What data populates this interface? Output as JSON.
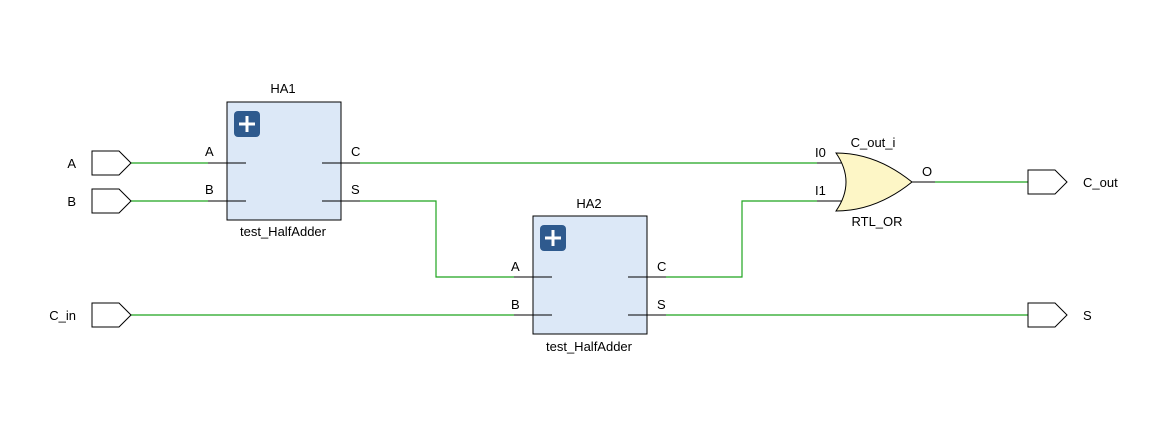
{
  "inputs": {
    "a": "A",
    "b": "B",
    "c_in": "C_in"
  },
  "outputs": {
    "c_out": "C_out",
    "s": "S"
  },
  "ha1": {
    "instance": "HA1",
    "module": "test_HalfAdder",
    "pins": {
      "a": "A",
      "b": "B",
      "c": "C",
      "s": "S"
    }
  },
  "ha2": {
    "instance": "HA2",
    "module": "test_HalfAdder",
    "pins": {
      "a": "A",
      "b": "B",
      "c": "C",
      "s": "S"
    }
  },
  "or_gate": {
    "instance": "C_out_i",
    "type": "RTL_OR",
    "pins": {
      "i0": "I0",
      "i1": "I1",
      "o": "O"
    }
  },
  "colors": {
    "wire": "#1fa51f",
    "block_fill": "#dce8f7",
    "gate_fill": "#fdf6c6",
    "expand_button": "#2e5a8e"
  },
  "icons": {
    "expand": "plus-icon"
  }
}
